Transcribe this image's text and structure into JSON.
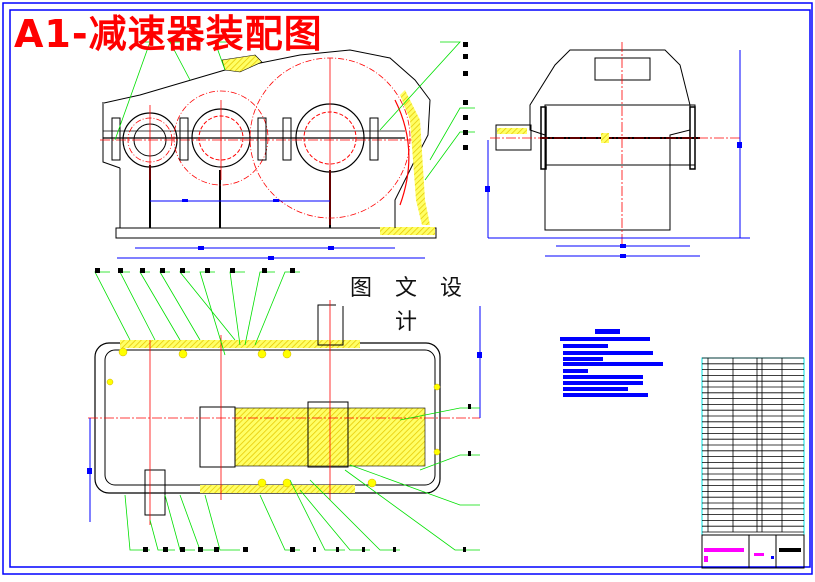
{
  "drawing": {
    "title": "A1-减速器装配图",
    "watermark": "图 文 设 计",
    "views": [
      "front-view",
      "side-view",
      "top-section-view"
    ],
    "technical_requirements_heading": "技术要求",
    "technical_requirements_items": [
      "1.",
      "2.",
      "3.",
      "4.",
      "5.",
      "6."
    ],
    "parts_list_rows": 30,
    "colors": {
      "border": "#0000ff",
      "outline": "#000000",
      "centerline": "#ff0000",
      "leader": "#00e000",
      "hatch": "#ffff00",
      "dimension": "#0000ff",
      "title_text": "#ff0000",
      "title_block_text": "#ff00ff",
      "table_frame": "#00e0e0"
    }
  }
}
